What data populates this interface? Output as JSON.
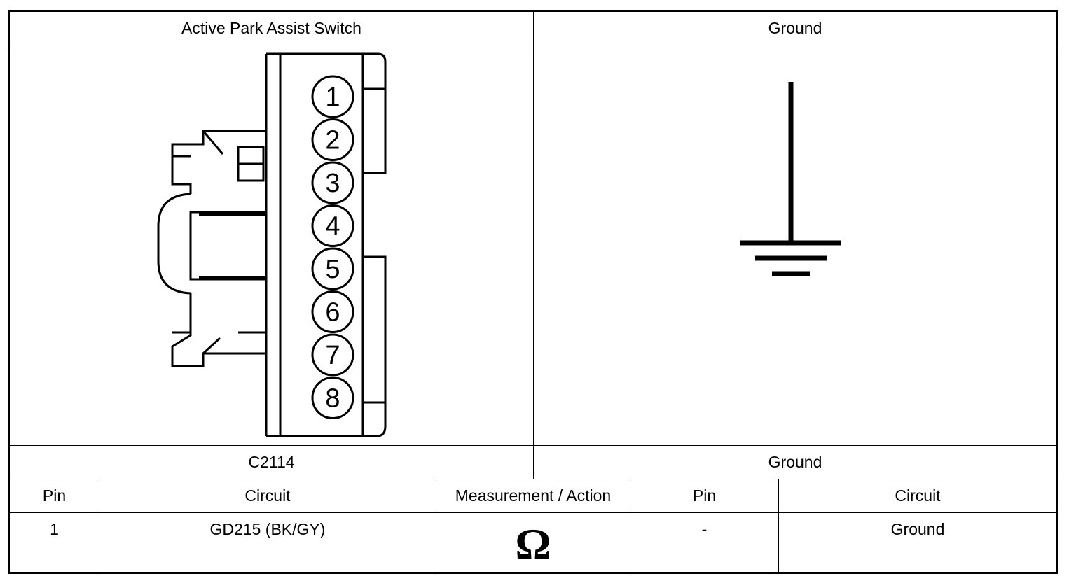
{
  "connector": {
    "title": "Active Park Assist Switch",
    "id": "C2114",
    "pins": [
      "1",
      "2",
      "3",
      "4",
      "5",
      "6",
      "7",
      "8"
    ]
  },
  "ground": {
    "title": "Ground",
    "label": "Ground"
  },
  "table": {
    "headers": {
      "pin": "Pin",
      "circuit": "Circuit",
      "measurement": "Measurement / Action",
      "pin2": "Pin",
      "circuit2": "Circuit"
    },
    "rows": [
      {
        "pin": "1",
        "circuit": "GD215 (BK/GY)",
        "measurement": "Ω",
        "pin2": "-",
        "circuit2": "Ground"
      }
    ]
  }
}
